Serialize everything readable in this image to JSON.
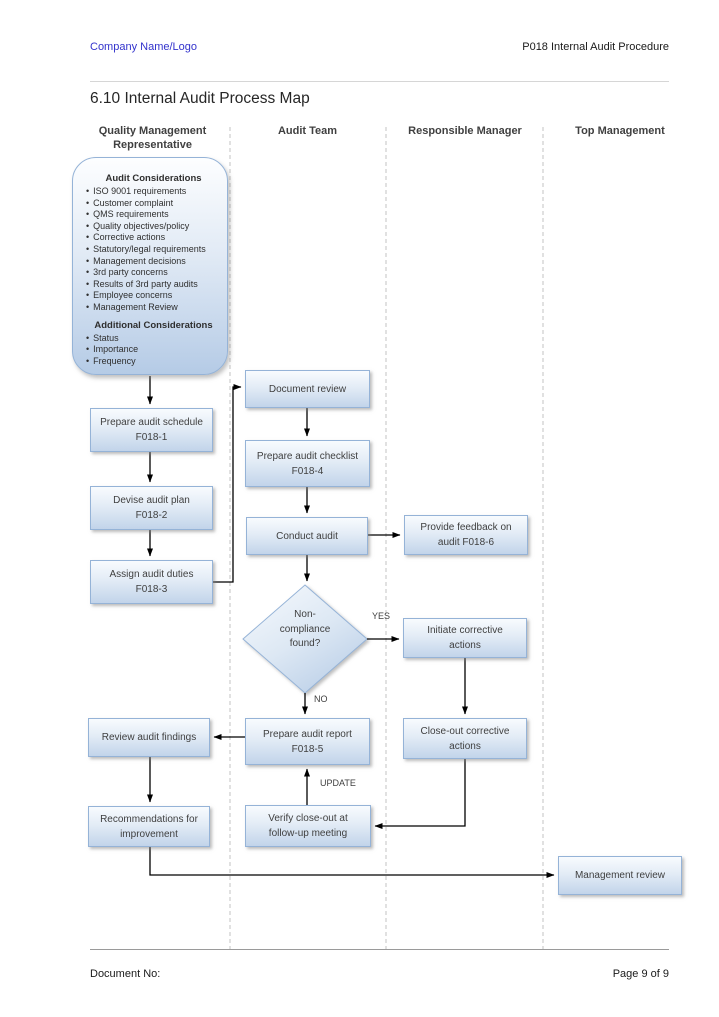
{
  "header": {
    "company": "Company Name/Logo",
    "doc_title": "P018 Internal Audit Procedure"
  },
  "heading": "6.10 Internal Audit Process Map",
  "lanes": [
    {
      "label": "Quality Management Representative"
    },
    {
      "label": "Audit Team"
    },
    {
      "label": "Responsible Manager"
    },
    {
      "label": "Top Management"
    }
  ],
  "considerations": {
    "title": "Audit Considerations",
    "items": [
      "ISO 9001 requirements",
      "Customer complaint",
      "QMS requirements",
      "Quality objectives/policy",
      "Corrective actions",
      "Statutory/legal requirements",
      "Management decisions",
      "3rd party concerns",
      "Results of 3rd party audits",
      "Employee concerns",
      "Management Review"
    ],
    "subtitle": "Additional Considerations",
    "sub_items": [
      "Status",
      "Importance",
      "Frequency"
    ]
  },
  "nodes": {
    "prepare_schedule": "Prepare audit schedule\nF018-1",
    "devise_plan": "Devise audit plan\nF018-2",
    "assign_duties": "Assign audit duties\nF018-3",
    "document_review": "Document review",
    "prepare_checklist": "Prepare audit checklist\nF018-4",
    "conduct_audit": "Conduct audit",
    "provide_feedback": "Provide feedback on\naudit F018-6",
    "non_compliance": "Non-\ncompliance\nfound?",
    "initiate_corrective": "Initiate corrective\nactions",
    "close_out_corrective": "Close-out corrective\nactions",
    "review_findings": "Review audit findings",
    "prepare_report": "Prepare audit report\nF018-5",
    "recommendations": "Recommendations for\nimprovement",
    "verify_closeout": "Verify close-out at\nfollow-up meeting",
    "management_review": "Management review"
  },
  "edge_labels": {
    "yes": "YES",
    "no": "NO",
    "update": "UPDATE"
  },
  "footer": {
    "left": "Document No:",
    "right": "Page 9 of 9"
  },
  "colors": {
    "node_border": "#95b3d7",
    "node_fill_top": "#f8fbfe",
    "node_fill_bottom": "#c2d4ea",
    "link_blue": "#3333cc",
    "line_black": "#000000",
    "lane_divider": "#c3c3c3"
  }
}
